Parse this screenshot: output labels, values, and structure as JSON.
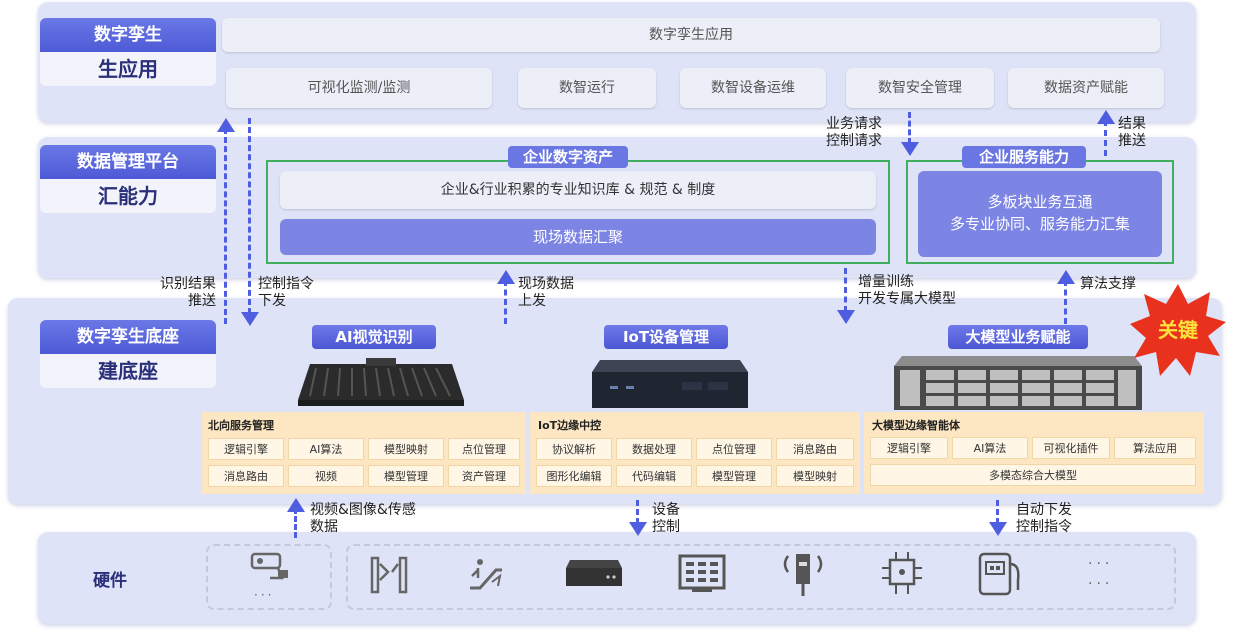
{
  "app_layer": {
    "label_top": "数字孪生",
    "label_bottom": "生应用",
    "banner": "数字孪生应用",
    "modules": [
      "可视化监测/监测",
      "数智运行",
      "数智设备运维",
      "数智安全管理",
      "数据资产赋能"
    ]
  },
  "data_layer": {
    "label_top": "数据管理平台",
    "label_bottom": "汇能力",
    "asset_title": "企业数字资产",
    "asset_items": [
      "企业&行业积累的专业知识库 & 规范 & 制度",
      "现场数据汇聚"
    ],
    "service_title": "企业服务能力",
    "service_lines": [
      "多板块业务互通",
      "多专业协同、服务能力汇集"
    ]
  },
  "base_layer": {
    "label_top": "数字孪生底座",
    "label_bottom": "建底座",
    "devices": [
      "AI视觉识别",
      "IoT设备管理",
      "大模型业务赋能"
    ],
    "key_badge": "关键",
    "panels": [
      {
        "title": "北向服务管理",
        "cells": [
          "逻辑引擎",
          "AI算法",
          "模型映射",
          "点位管理",
          "消息路由",
          "视频",
          "模型管理",
          "资产管理"
        ]
      },
      {
        "title": "IoT边缘中控",
        "cells": [
          "协议解析",
          "数据处理",
          "点位管理",
          "消息路由",
          "图形化编辑",
          "代码编辑",
          "模型管理",
          "模型映射"
        ]
      },
      {
        "title": "大模型边缘智能体",
        "cells": [
          "逻辑引擎",
          "AI算法",
          "可视化插件",
          "算法应用"
        ],
        "wide_cell": "多模态综合大模型"
      }
    ]
  },
  "hardware_layer": {
    "label": "硬件",
    "more": "· · ·\n· · ·"
  },
  "notes": {
    "biz_request": [
      "业务请求",
      "控制请求"
    ],
    "result_push": [
      "结果",
      "推送"
    ],
    "recog_push": [
      "识别结果",
      "推送"
    ],
    "ctrl_cmd": [
      "控制指令",
      "下发"
    ],
    "field_data": [
      "现场数据",
      "上发"
    ],
    "train": [
      "增量训练",
      "开发专属大模型"
    ],
    "algo_support": [
      "算法支撑"
    ],
    "video_data": [
      "视频&图像&传感",
      "数据"
    ],
    "device_ctrl": [
      "设备",
      "控制"
    ],
    "auto_ctrl": [
      "自动下发",
      "控制指令"
    ]
  },
  "colors": {
    "accent": "#5a66dc",
    "layer_bg": "#dfe3f7",
    "green": "#3fae5f",
    "key_red": "#e8321e",
    "panel_yellow": "#fde7c2"
  }
}
